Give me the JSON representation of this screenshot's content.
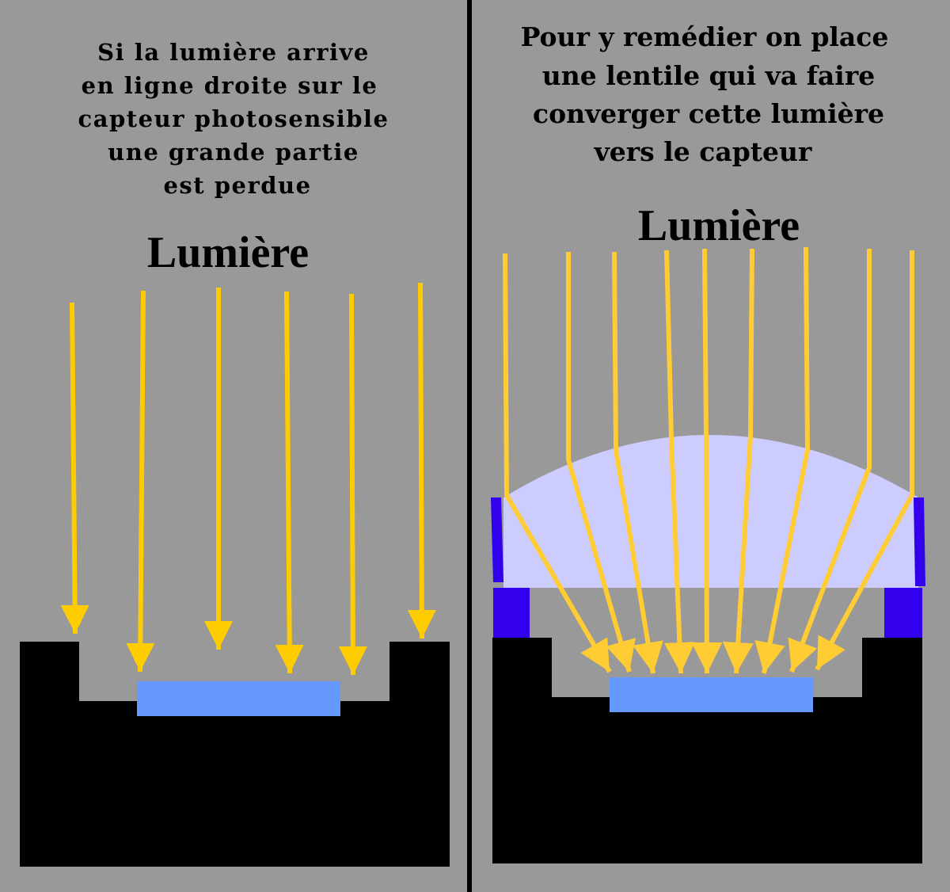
{
  "left_panel": {
    "caption_lines": [
      "Si la lumière arrive",
      "en ligne droite sur le",
      "capteur photosensible",
      "une grande partie",
      "est perdue"
    ],
    "light_label": "Lumière"
  },
  "right_panel": {
    "caption_lines": [
      "Pour y remédier on place",
      "une lentile qui va faire",
      "converger  cette lumière",
      "vers le capteur"
    ],
    "light_label": "Lumière"
  },
  "colors": {
    "background": "#999999",
    "ray": "#ffcc00",
    "ray_refracted": "#ffcc33",
    "sensor": "#6699ff",
    "lens": "#ccccff",
    "lens_mount": "#3300ee",
    "housing": "#000000"
  }
}
